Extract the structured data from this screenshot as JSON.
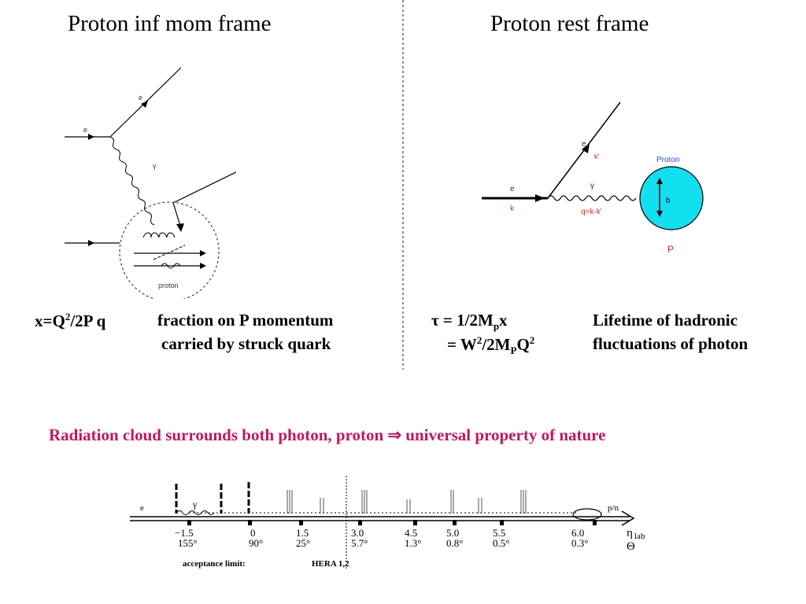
{
  "left": {
    "title": "Proton inf mom frame",
    "formula": {
      "x": "x=Q",
      "sup1": "2",
      "rest": "/2P q"
    },
    "desc1": "fraction on P momentum",
    "desc2": "carried by struck quark",
    "diagram": {
      "e_in": "e",
      "e_out": "e",
      "gamma": "γ",
      "proton": "proton"
    }
  },
  "right": {
    "title": "Proton rest frame",
    "tau1": {
      "a": "τ = 1/2M",
      "sub": "p",
      "b": "x"
    },
    "tau2": {
      "a": "= W",
      "sup1": "2",
      "b": "/2M",
      "sub": "P",
      "c": "Q",
      "sup2": "2"
    },
    "desc1": "Lifetime of hadronic",
    "desc2": "fluctuations of photon",
    "diagram": {
      "e": "e",
      "k": "k",
      "e_out": "e",
      "k_prime": "k'",
      "gamma": "γ",
      "q": "q=k-k'",
      "proton": "Proton",
      "b": "b",
      "P": "P"
    }
  },
  "radiation_text": "Radiation cloud surrounds both photon, proton ⇒ universal property of nature",
  "detector": {
    "e": "e",
    "gamma": "γ",
    "beam": "p/n",
    "eta_label": "η",
    "eta_sub": "lab",
    "theta_label": "Θ",
    "eta": [
      "−1.5",
      "0",
      "1.5",
      "3.0",
      "4.5",
      "5.0",
      "5.5",
      "6.0"
    ],
    "theta": [
      "155°",
      "90°",
      "25°",
      "5.7°",
      "1.3°",
      "0.8°",
      "0.5°",
      "0.3°"
    ],
    "acceptance": "acceptance limit:",
    "hera": "HERA 1,2"
  }
}
